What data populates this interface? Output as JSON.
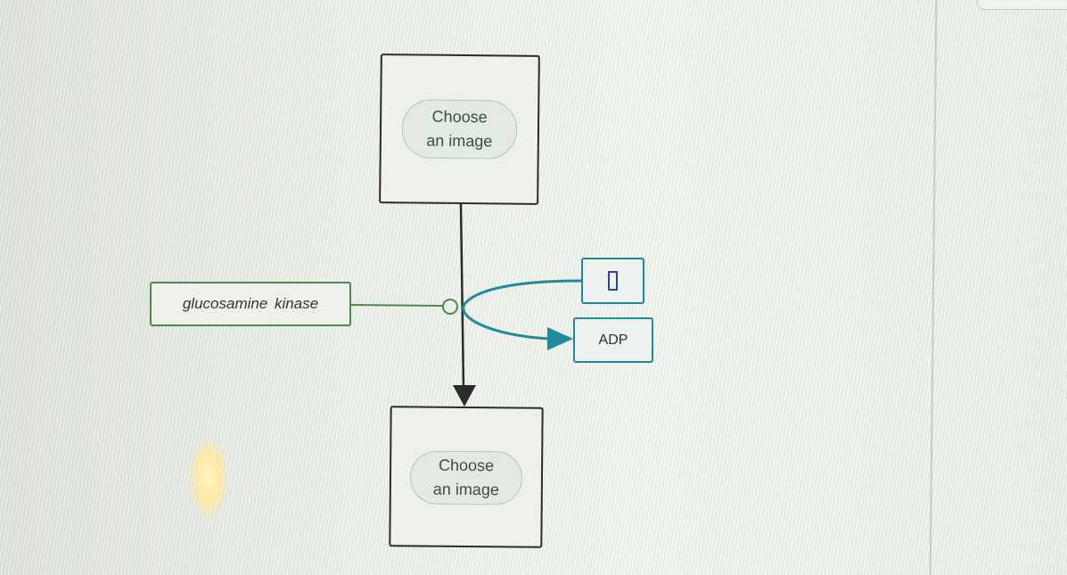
{
  "reaction": {
    "substrate_box": {
      "button_label_line1": "Choose",
      "button_label_line2": "an image"
    },
    "product_box": {
      "button_label_line1": "Choose",
      "button_label_line2": "an image"
    },
    "enzyme_label": "glucosamine  kinase",
    "cofactor_input": {
      "value": ""
    },
    "cofactor_output_label": "ADP"
  },
  "colors": {
    "main_arrow": "#2b2b2b",
    "enzyme_line": "#4a8a4a",
    "cofactor_arc": "#1f8a9c"
  }
}
